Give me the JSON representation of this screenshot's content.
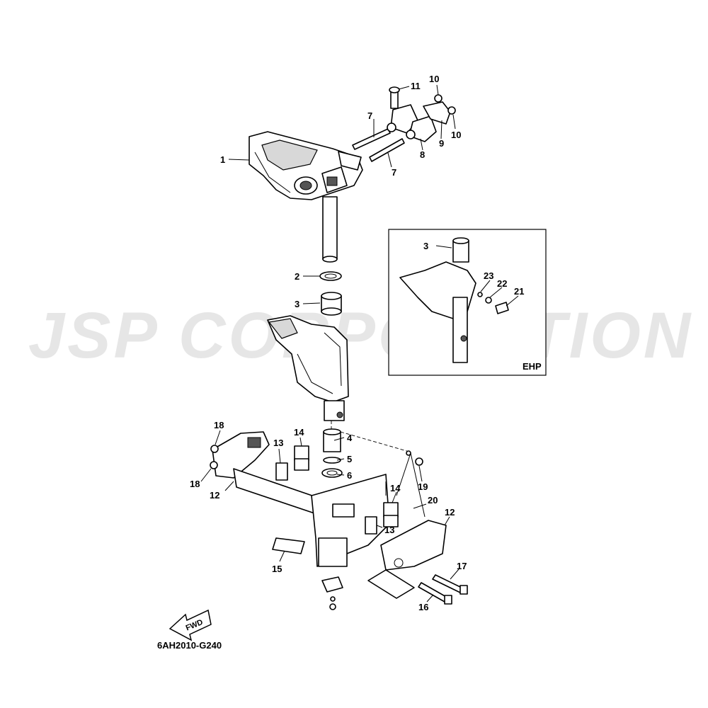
{
  "watermark": "JSP CORPORATION",
  "diagram_code": "6AH2010-G240",
  "inset": {
    "label": "EHP"
  },
  "fwd_label": "FWD",
  "callouts": [
    {
      "id": "c1",
      "text": "1"
    },
    {
      "id": "c2",
      "text": "2"
    },
    {
      "id": "c3",
      "text": "3"
    },
    {
      "id": "c3b",
      "text": "3"
    },
    {
      "id": "c4",
      "text": "4"
    },
    {
      "id": "c5",
      "text": "5"
    },
    {
      "id": "c6",
      "text": "6"
    },
    {
      "id": "c7a",
      "text": "7"
    },
    {
      "id": "c7b",
      "text": "7"
    },
    {
      "id": "c8",
      "text": "8"
    },
    {
      "id": "c9",
      "text": "9"
    },
    {
      "id": "c10a",
      "text": "10"
    },
    {
      "id": "c10b",
      "text": "10"
    },
    {
      "id": "c11",
      "text": "11"
    },
    {
      "id": "c12a",
      "text": "12"
    },
    {
      "id": "c12b",
      "text": "12"
    },
    {
      "id": "c13a",
      "text": "13"
    },
    {
      "id": "c13b",
      "text": "13"
    },
    {
      "id": "c14a",
      "text": "14"
    },
    {
      "id": "c14b",
      "text": "14"
    },
    {
      "id": "c15",
      "text": "15"
    },
    {
      "id": "c16",
      "text": "16"
    },
    {
      "id": "c17",
      "text": "17"
    },
    {
      "id": "c18a",
      "text": "18"
    },
    {
      "id": "c18b",
      "text": "18"
    },
    {
      "id": "c19",
      "text": "19"
    },
    {
      "id": "c20",
      "text": "20"
    },
    {
      "id": "c21",
      "text": "21"
    },
    {
      "id": "c22",
      "text": "22"
    },
    {
      "id": "c23",
      "text": "23"
    }
  ]
}
